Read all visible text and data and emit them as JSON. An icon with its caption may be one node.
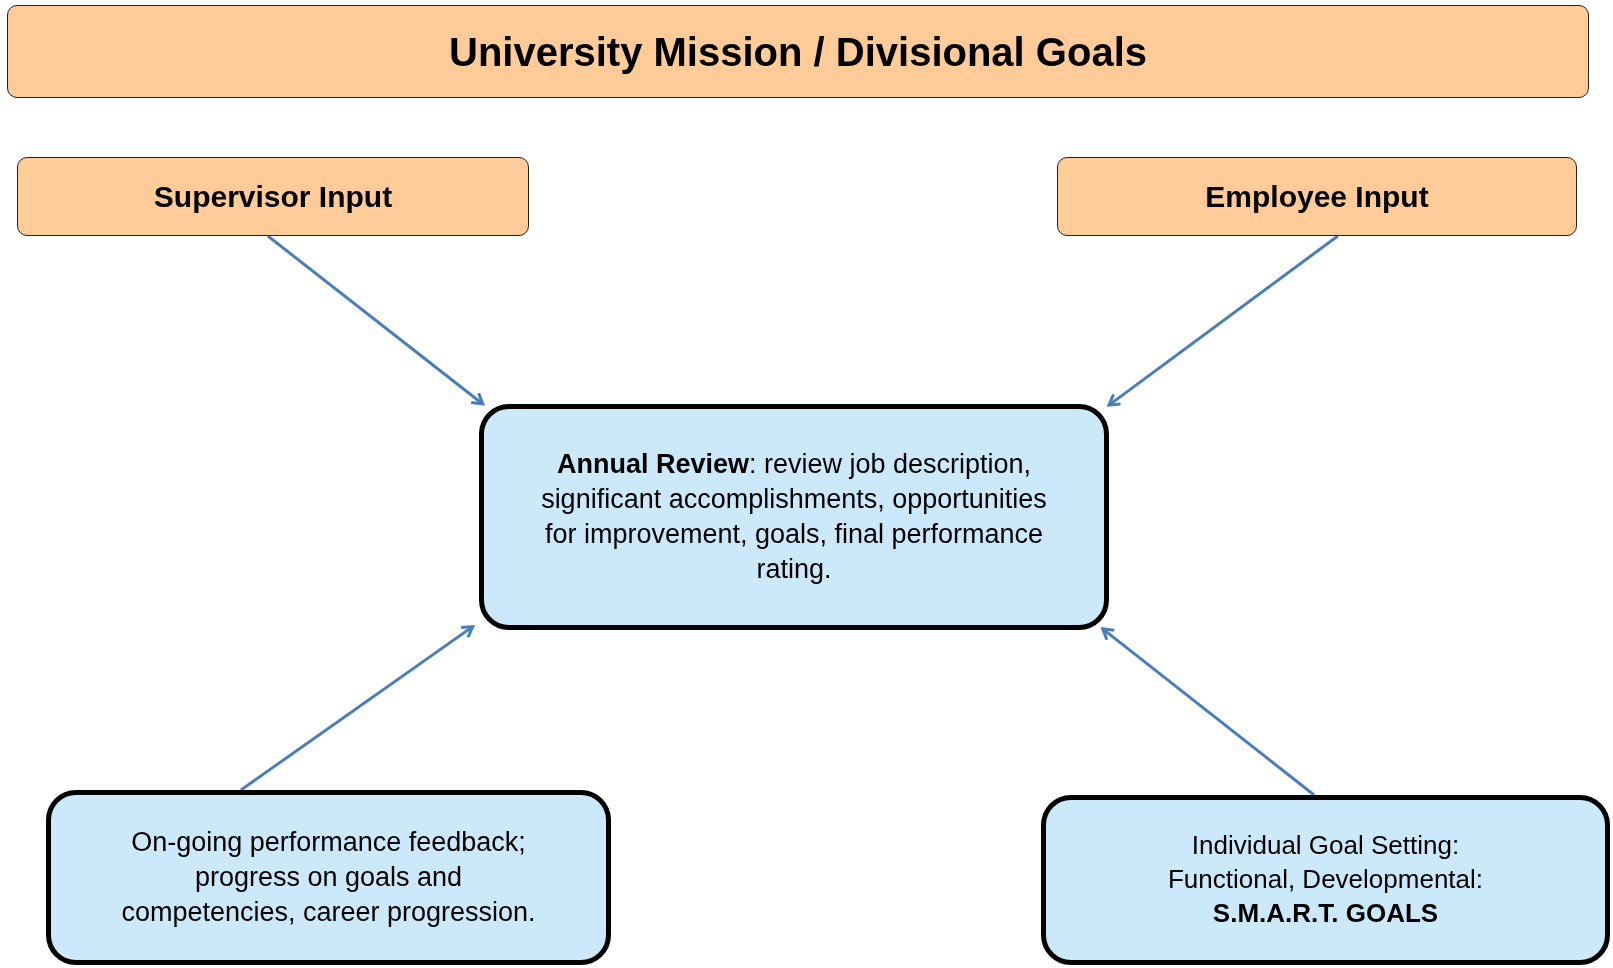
{
  "diagram": {
    "nodes": [
      {
        "text": [
          "University Mission / Divisional Goals"
        ]
      },
      {
        "text": [
          "Supervisor Input"
        ]
      },
      {
        "text": [
          "Employee Input"
        ]
      },
      {
        "text": [
          "**Annual Review**: review job description, significant accomplishments, opportunities for improvement, goals, final performance rating."
        ]
      },
      {
        "text": [
          "On-going performance feedback; progress on goals and competencies, career progression."
        ]
      },
      {
        "text": [
          "Individual Goal Setting: Functional, Developmental:",
          "S.M.A.R.T. GOALS"
        ]
      }
    ],
    "edges": [
      {
        "from": 1,
        "to": 3,
        "arrow": "to"
      },
      {
        "from": 2,
        "to": 3,
        "arrow": "to"
      },
      {
        "from": 4,
        "to": 3,
        "arrow": "to"
      },
      {
        "from": 5,
        "to": 3,
        "arrow": "to"
      }
    ]
  }
}
